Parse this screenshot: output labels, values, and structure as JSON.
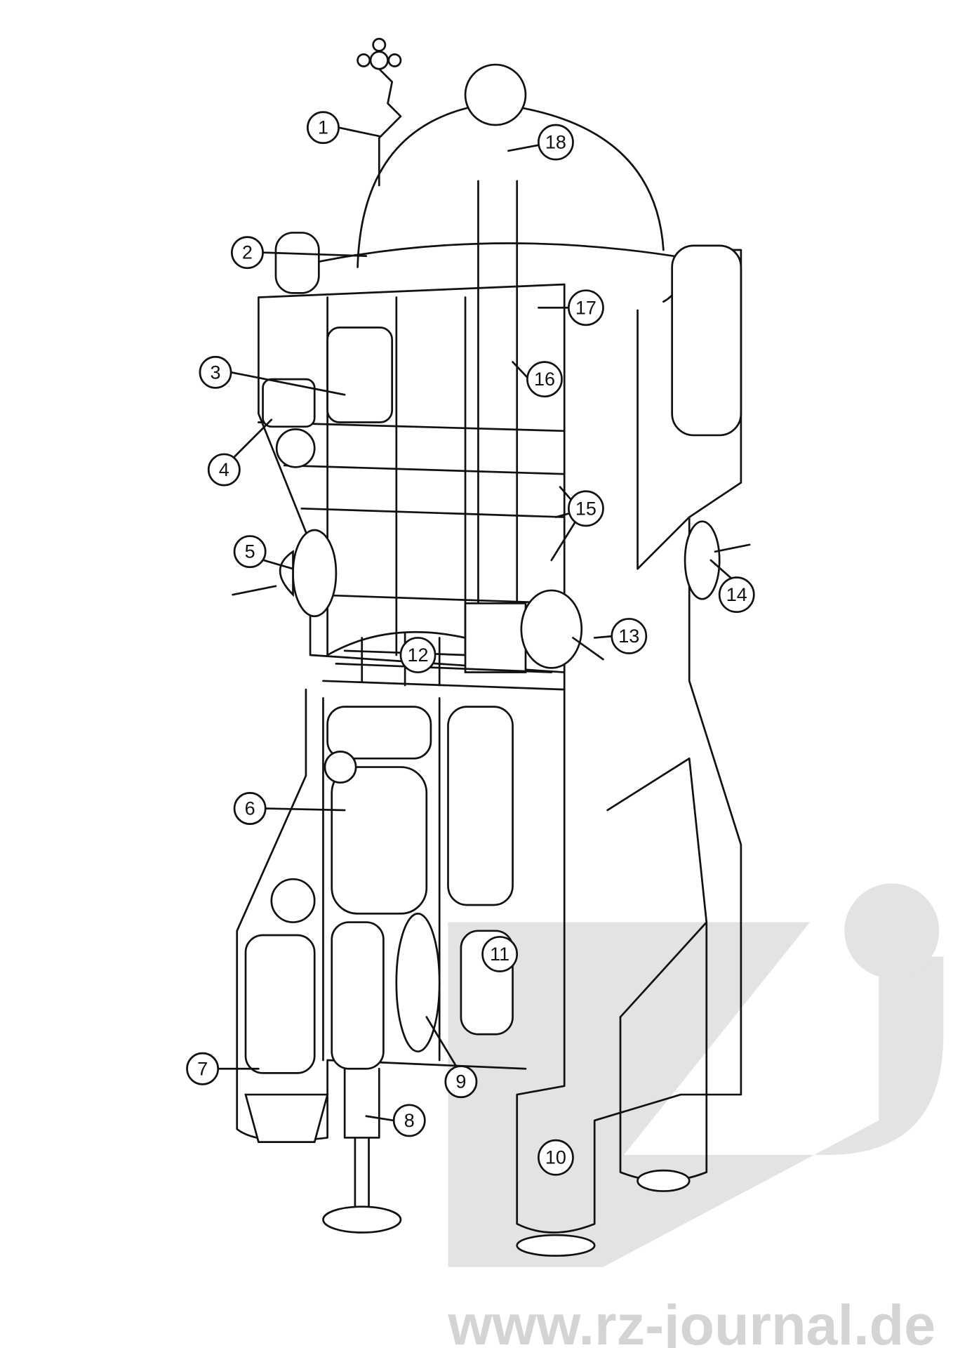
{
  "figure": {
    "subject": "rocket-cutaway",
    "callouts": [
      {
        "label": "1"
      },
      {
        "label": "2"
      },
      {
        "label": "3"
      },
      {
        "label": "4"
      },
      {
        "label": "5"
      },
      {
        "label": "6"
      },
      {
        "label": "7"
      },
      {
        "label": "8"
      },
      {
        "label": "9"
      },
      {
        "label": "10"
      },
      {
        "label": "11"
      },
      {
        "label": "12"
      },
      {
        "label": "13"
      },
      {
        "label": "14"
      },
      {
        "label": "15"
      },
      {
        "label": "16"
      },
      {
        "label": "17"
      },
      {
        "label": "18"
      }
    ]
  },
  "watermark": {
    "text": "www.rz-journal.de",
    "color": "#d4d4d4"
  }
}
